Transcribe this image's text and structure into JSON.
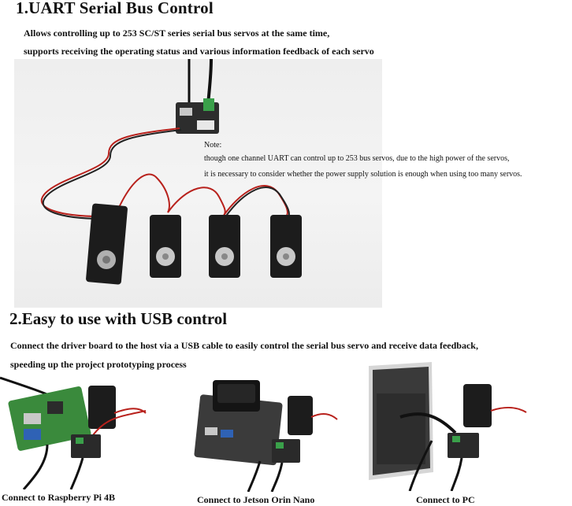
{
  "section1": {
    "heading": "1.UART Serial Bus Control",
    "line1": "Allows controlling up to 253 SC/ST series serial bus servos at the same time,",
    "line2": "supports receiving the operating status and various information feedback of each servo",
    "note_title": "Note:",
    "note_line1": "though one channel UART can control up to 253 bus servos, due to the high power of the servos,",
    "note_line2": "it is necessary to consider whether the power supply solution is enough when using too many servos."
  },
  "section2": {
    "heading": "2.Easy to use with USB control",
    "line1": "Connect the driver board to the host via a USB cable to easily control the serial bus servo and receive data feedback,",
    "line2": "speeding up the project prototyping process",
    "captions": [
      "Connect to Raspberry Pi 4B",
      "Connect to Jetson Orin Nano",
      "Connect to PC"
    ]
  }
}
